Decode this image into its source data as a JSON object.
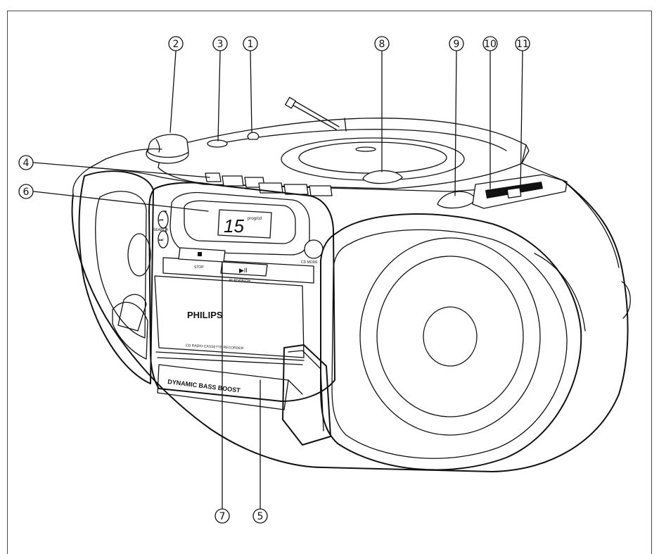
{
  "device": {
    "brand": "PHILIPS",
    "subtitle": "CD RADIO CASSETTE RECORDER",
    "bass_label": "DYNAMIC BASS BOOST",
    "display_value": "15",
    "display_unit": "prog/cd",
    "stop_label": "STOP",
    "play_label": "PLAY•PAUSE",
    "cd_mode_label": "CD MODE",
    "search_label": "SEARCH"
  },
  "callouts": [
    {
      "id": "c1",
      "label": "1"
    },
    {
      "id": "c2",
      "label": "2"
    },
    {
      "id": "c3",
      "label": "3"
    },
    {
      "id": "c4",
      "label": "4"
    },
    {
      "id": "c5",
      "label": "5"
    },
    {
      "id": "c6",
      "label": "6"
    },
    {
      "id": "c7",
      "label": "7"
    },
    {
      "id": "c8",
      "label": "8"
    },
    {
      "id": "c9",
      "label": "9"
    },
    {
      "id": "c10",
      "label": "10"
    },
    {
      "id": "c11",
      "label": "11"
    }
  ]
}
